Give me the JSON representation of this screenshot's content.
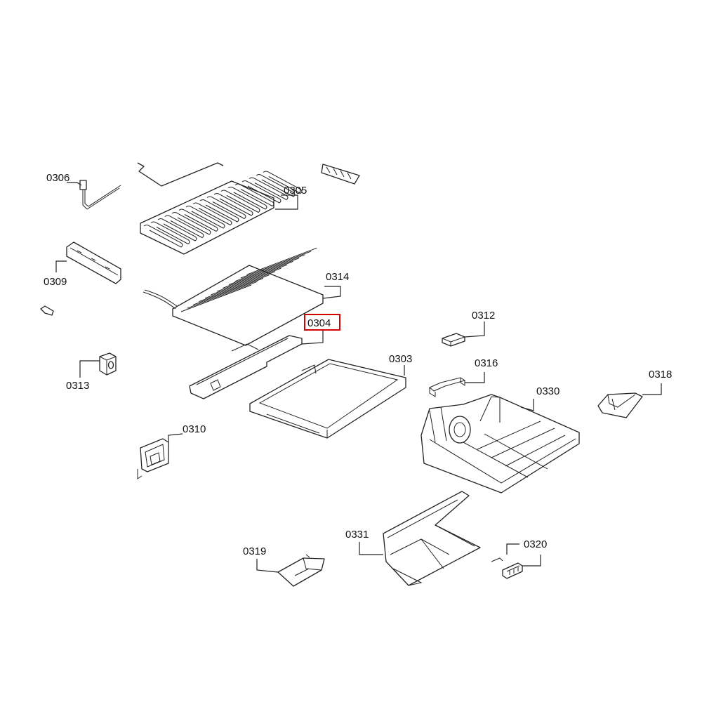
{
  "callouts": [
    {
      "id": "c0306",
      "text": "0306"
    },
    {
      "id": "c0305",
      "text": "0305"
    },
    {
      "id": "c0309",
      "text": "0309"
    },
    {
      "id": "c0314",
      "text": "0314"
    },
    {
      "id": "c0304",
      "text": "0304",
      "highlighted": true
    },
    {
      "id": "c0312",
      "text": "0312"
    },
    {
      "id": "c0303",
      "text": "0303"
    },
    {
      "id": "c0316",
      "text": "0316"
    },
    {
      "id": "c0318",
      "text": "0318"
    },
    {
      "id": "c0313",
      "text": "0313"
    },
    {
      "id": "c0330",
      "text": "0330"
    },
    {
      "id": "c0310",
      "text": "0310"
    },
    {
      "id": "c0331",
      "text": "0331"
    },
    {
      "id": "c0320",
      "text": "0320"
    },
    {
      "id": "c0319",
      "text": "0319"
    }
  ],
  "colors": {
    "highlight": "#d40000",
    "line": "#222222",
    "background": "#ffffff"
  }
}
